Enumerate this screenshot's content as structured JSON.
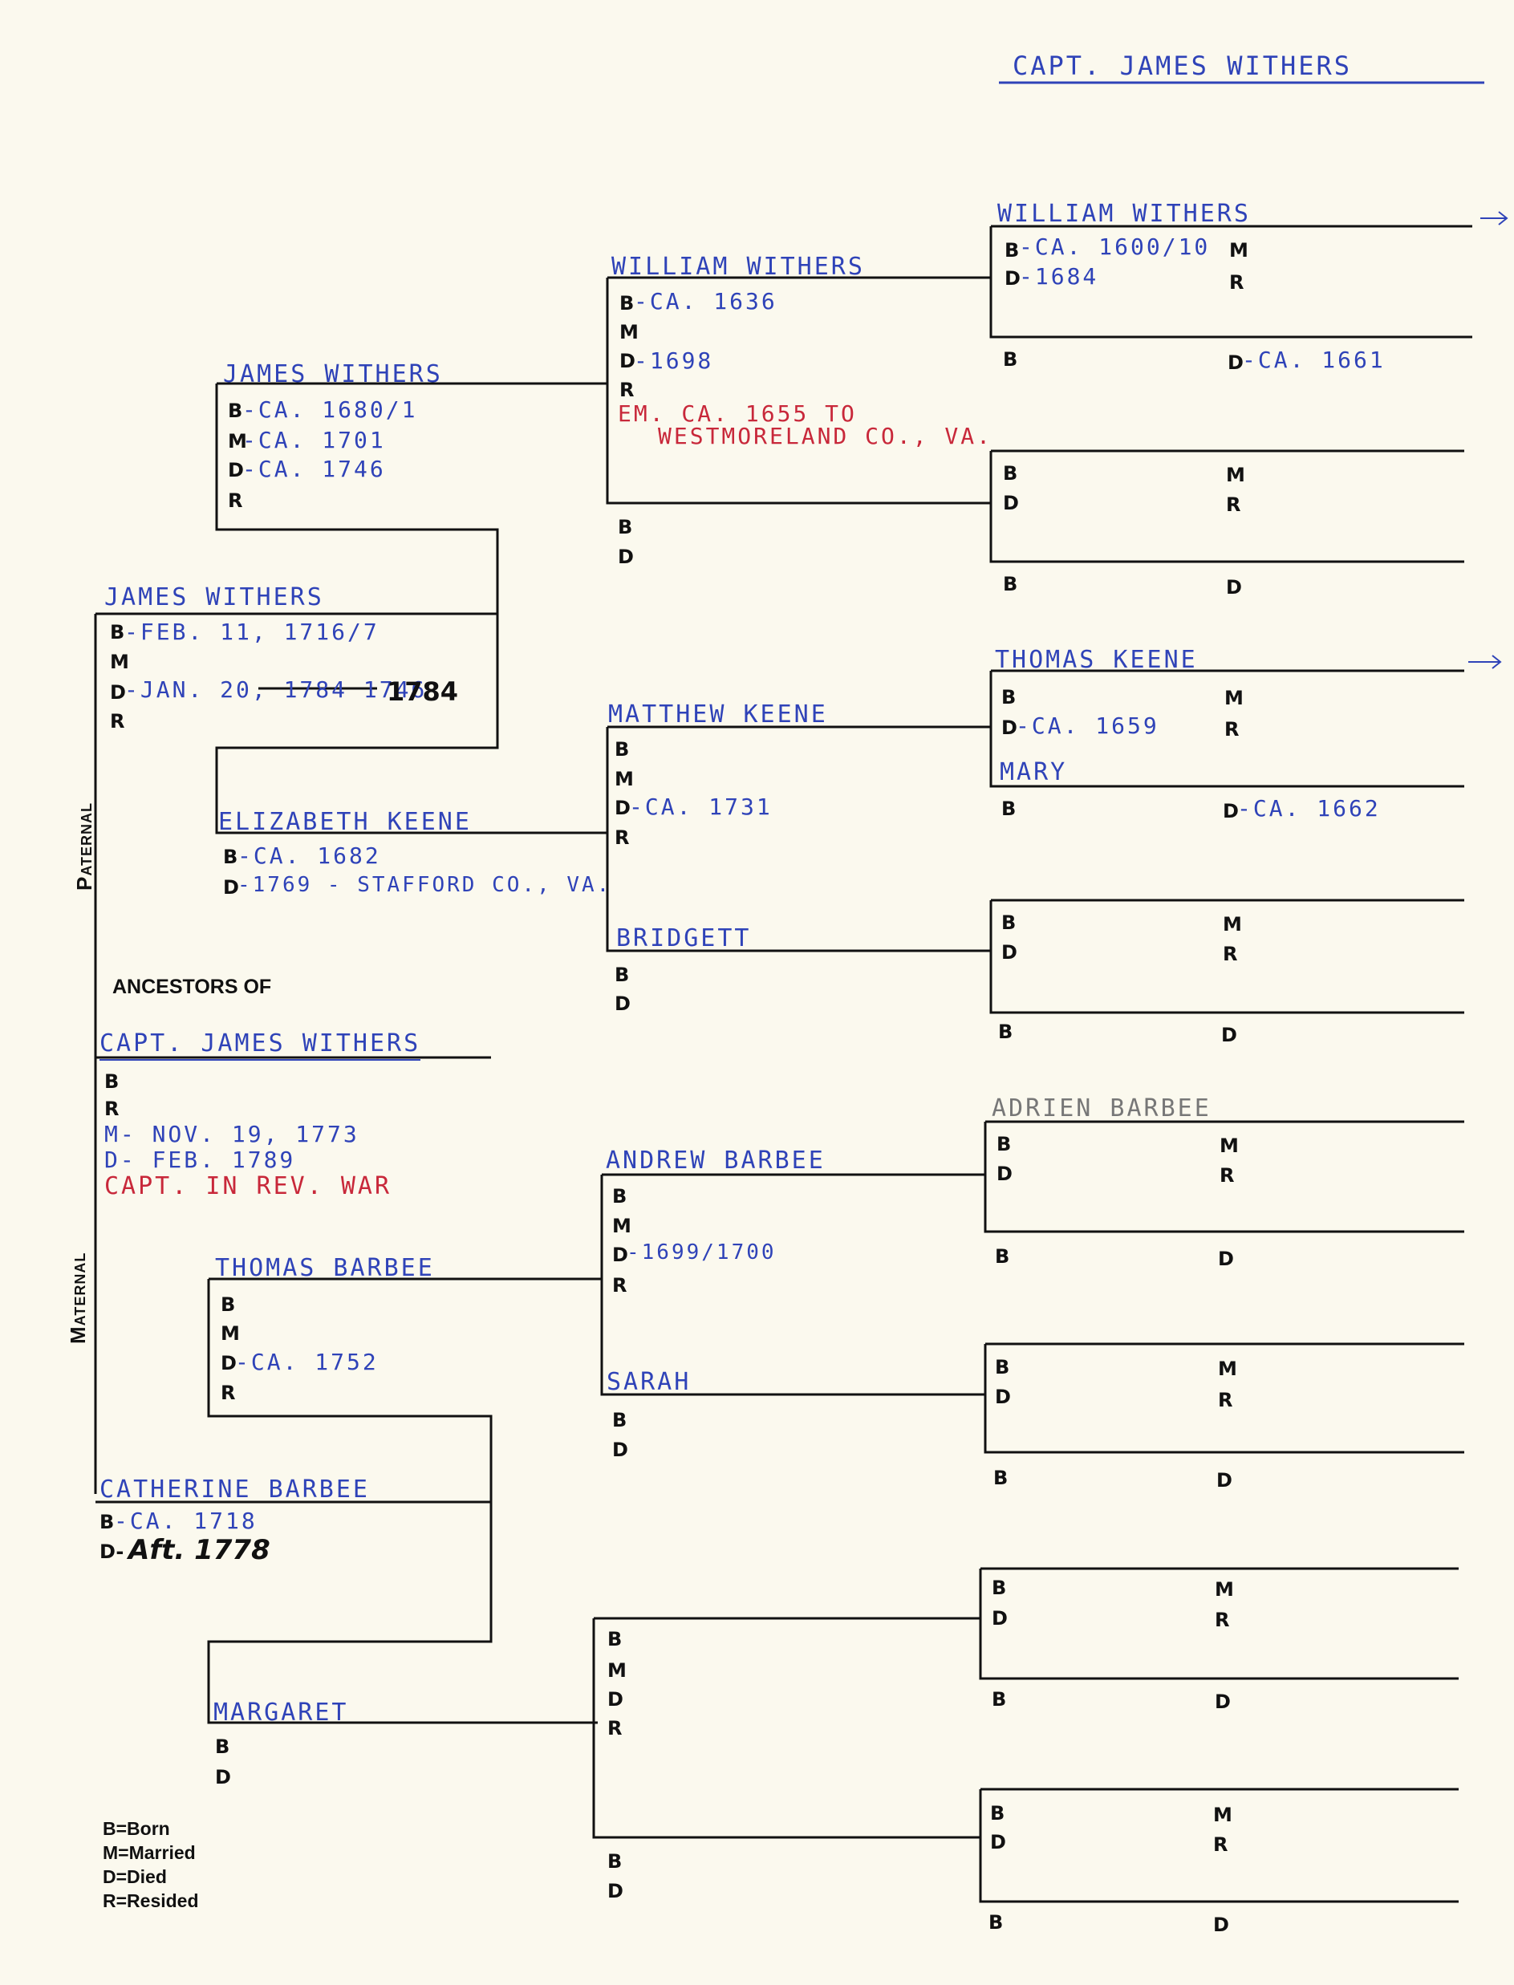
{
  "header": {
    "title": "CAPT. JAMES WITHERS"
  },
  "side_labels": {
    "paternal": "Paternal",
    "maternal": "Maternal"
  },
  "ancestors_of": "ANCESTORS OF",
  "subject": {
    "name": "CAPT. JAMES WITHERS",
    "b": "B",
    "r": "R",
    "married": "M- NOV. 19, 1773",
    "died": "D- FEB. 1789",
    "note": "CAPT. IN REV. WAR"
  },
  "gen2": {
    "father": {
      "name": "JAMES WITHERS",
      "b_label": "B",
      "b": "-FEB. 11, 1716/7",
      "m_label": "M",
      "d_label": "D",
      "d_struck": "-JAN. 20, 1784 1746",
      "d_corrected": "1784",
      "r_label": "R"
    },
    "mother": {
      "name": "CATHERINE BARBEE",
      "b_label": "B",
      "b": "-CA. 1718",
      "d_label": "D-",
      "d": "Aft. 1778"
    }
  },
  "gen3": {
    "ff": {
      "name": "JAMES WITHERS",
      "b_label": "B",
      "b": "-CA. 1680/1",
      "m_label": "M",
      "m": "-CA. 1701",
      "d_label": "D",
      "d": "-CA. 1746",
      "r_label": "R"
    },
    "fm": {
      "name": "ELIZABETH KEENE",
      "b_label": "B",
      "b": "-CA. 1682",
      "d_label": "D",
      "d": "-1769 - STAFFORD CO., VA."
    },
    "mf": {
      "name": "THOMAS BARBEE",
      "b_label": "B",
      "m_label": "M",
      "d_label": "D",
      "d": "-CA. 1752",
      "r_label": "R"
    },
    "mm": {
      "name": "MARGARET",
      "b_label": "B",
      "d_label": "D"
    }
  },
  "gen4": [
    {
      "name": "WILLIAM WITHERS",
      "b_label": "B",
      "b": "-CA. 1636",
      "m_label": "M",
      "d_label": "D",
      "d": "-1698",
      "r_label": "R",
      "note1": "EM. CA. 1655 TO",
      "note2": "WESTMORELAND CO., VA."
    },
    {
      "name": "",
      "b_label": "B",
      "d_label": "D"
    },
    {
      "name": "MATTHEW KEENE",
      "b_label": "B",
      "m_label": "M",
      "d_label": "D",
      "d": "-CA. 1731",
      "r_label": "R"
    },
    {
      "name": "BRIDGETT",
      "b_label": "B",
      "d_label": "D"
    },
    {
      "name": "ANDREW BARBEE",
      "b_label": "B",
      "m_label": "M",
      "d_label": "D",
      "d": "-1699/1700",
      "r_label": "R"
    },
    {
      "name": "SARAH",
      "b_label": "B",
      "d_label": "D"
    },
    {
      "name": "",
      "b_label": "B",
      "m_label": "M",
      "d_label": "D",
      "r_label": "R"
    },
    {
      "name": "",
      "b_label": "B",
      "d_label": "D"
    }
  ],
  "gen5": [
    {
      "name": "WILLIAM WITHERS",
      "b_label": "B",
      "b": "-CA. 1600/10",
      "d_label": "D",
      "d": "-1684",
      "m_label": "M",
      "r_label": "R",
      "b2_label": "B",
      "d2_label": "D",
      "d2": "-CA. 1661"
    },
    {
      "name": "",
      "b_label": "B",
      "d_label": "D",
      "m_label": "M",
      "r_label": "R",
      "b2_label": "B",
      "d2_label": "D"
    },
    {
      "name": "THOMAS KEENE",
      "b_label": "B",
      "d_label": "D",
      "d": "-CA. 1659",
      "m_label": "M",
      "r_label": "R",
      "wife": "MARY",
      "b2_label": "B",
      "d2_label": "D",
      "d2": "-CA. 1662"
    },
    {
      "name": "",
      "b_label": "B",
      "d_label": "D",
      "m_label": "M",
      "r_label": "R",
      "b2_label": "B",
      "d2_label": "D"
    },
    {
      "name": "ADRIEN BARBEE",
      "b_label": "B",
      "d_label": "D",
      "m_label": "M",
      "r_label": "R",
      "b2_label": "B",
      "d2_label": "D"
    },
    {
      "name": "",
      "b_label": "B",
      "d_label": "D",
      "m_label": "M",
      "r_label": "R",
      "b2_label": "B",
      "d2_label": "D"
    },
    {
      "name": "",
      "b_label": "B",
      "d_label": "D",
      "m_label": "M",
      "r_label": "R",
      "b2_label": "B",
      "d2_label": "D"
    },
    {
      "name": "",
      "b_label": "B",
      "d_label": "D",
      "m_label": "M",
      "r_label": "R",
      "b2_label": "B",
      "d2_label": "D"
    }
  ],
  "legend": [
    "B=Born",
    "M=Married",
    "D=Died",
    "R=Resided"
  ],
  "colors": {
    "paper": "#fbf9ee",
    "line": "#111111",
    "blue_ink": "#2f43b8",
    "red_ink": "#c8283a"
  }
}
